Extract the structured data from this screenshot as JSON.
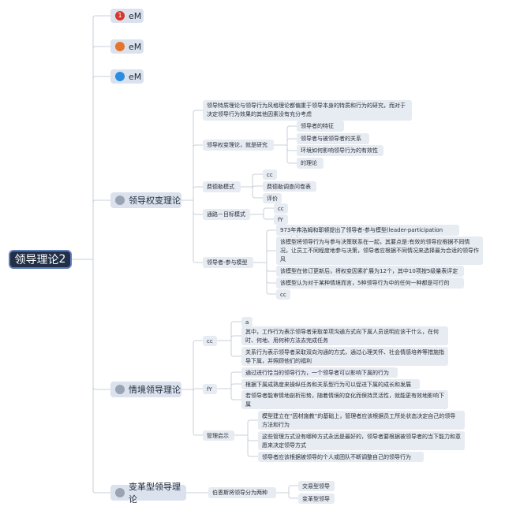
{
  "root": {
    "label": "领导理论",
    "suffix": "2"
  },
  "top_items": [
    {
      "label": "eM",
      "badge": "1",
      "icon": "red-number-icon",
      "color": "#d9362b"
    },
    {
      "label": "eM",
      "icon": "orange-dot-icon",
      "color": "#e5752c"
    },
    {
      "label": "eM",
      "icon": "blue-dot-icon",
      "color": "#2a8ee0"
    }
  ],
  "branch1": {
    "label": "领导权变理论",
    "intro": "领导特质理论与领导行为风格理论都偏重于领导本身的特质和行为的研究，而对于决定领导行为效果的其他因素没有充分考虑",
    "contingency": {
      "label": "领导权变理论，就是研究",
      "items": [
        "领导者的特征",
        "领导者与被领导者的关系",
        "环境如何影响领导行为的有效性",
        "的理论"
      ]
    },
    "fiedler": {
      "label": "费德勒模式",
      "items": [
        "cc",
        "费德勒调查问卷表",
        "评价"
      ]
    },
    "path_goal": {
      "label": "通路－目标模式",
      "items": [
        "cc",
        "fY"
      ]
    },
    "participation": {
      "label": "领导者-参与模型",
      "items": [
        "973年弗洛姆和耶顿提出了领导者-参与模型(leader-participation model)",
        "该模型将领导行为与参与决策联系在一起，其要点是:有效的领导应根据不同情况，让员工不同程度地参与决策，领导者应根据不同情况来选择最为合适的领导作风",
        "该模型在修订更新后，将权变因素扩展为12个，其中10项按5级量表评定",
        "该模型认为对于某种情境而言，5种领导行为中的任何一种都是可行的",
        "cc"
      ]
    }
  },
  "branch2": {
    "label": "情境领导理论",
    "cc": {
      "label": "cc",
      "items": [
        "a",
        "其中，工作行为表示领导者采取单项沟通方式向下属人员说明应该干什么，在何时、何地、用何种方法去完成任务",
        "关系行为表示领导者采取双向沟通的方式，通过心理关怀、社会情感培养等措施指导下属，并照顾他们的福利"
      ]
    },
    "fy": {
      "label": "fY",
      "items": [
        "通过进行恰当的领导行为，一个领导者可以影响下属的行为",
        "根据下属成熟度来操纵任务和关系型行为可以促进下属的成长和发展",
        "若领导者能审情地剖析形势，随着情境的变化而保持灵活性，就能更有效地影响下属"
      ]
    },
    "insight": {
      "label": "管理启示",
      "items": [
        "模型建立在“因材施教”的基础上，管理者应该根据员工所处状态决定自己的领导方法和行为",
        "这些管理方式没有哪种方式永远是最好的，领导者要根据被领导者的当下能力和意愿来决定领导方式",
        "领导者应该根据被领导的个人或团队不断调整自己的领导行为"
      ]
    }
  },
  "branch3": {
    "label": "变革型领导理论",
    "sub": {
      "label": "伯恩斯将领导分为两种",
      "items": [
        "交易型领导",
        "变革型领导"
      ]
    }
  }
}
